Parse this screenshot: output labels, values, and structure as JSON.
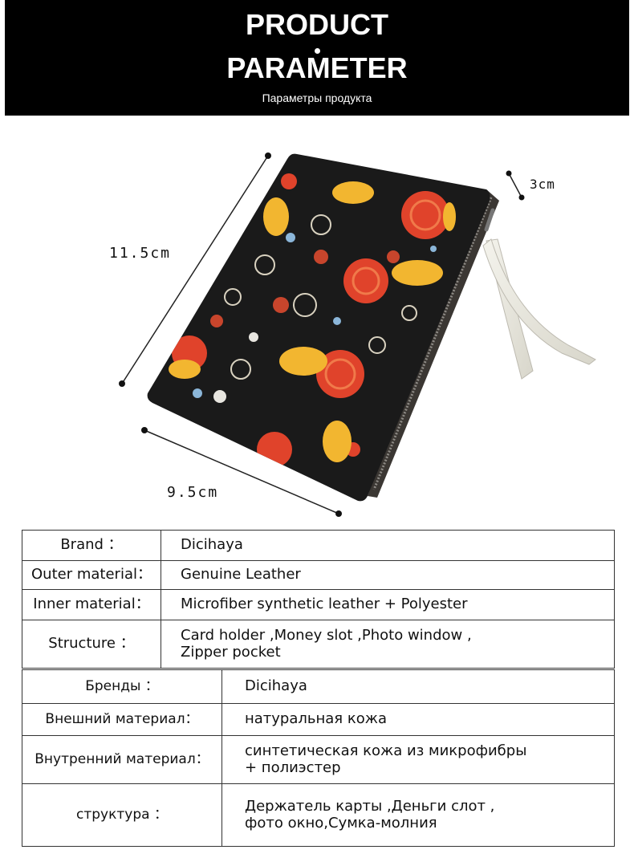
{
  "banner": {
    "title_line1": "PRODUCT",
    "title_line2": "PARAMETER",
    "subtitle": "Параметры продукта"
  },
  "dimensions": {
    "height": "11.5cm",
    "width": "9.5cm",
    "depth": "3cm"
  },
  "colors": {
    "banner_bg": "#000000",
    "wallet_bg": "#1a1a1a",
    "accent_red": "#e0432b",
    "accent_yellow": "#f2b630",
    "zipper": "#5a5a5a",
    "tassel": "#ecebe2"
  },
  "spec_en": [
    {
      "label": "Brand ：",
      "value": "Dicihaya"
    },
    {
      "label": "Outer material：",
      "value": "Genuine Leather"
    },
    {
      "label": "Inner material：",
      "value": "Microfiber synthetic leather + Polyester"
    },
    {
      "label": "Structure ：",
      "value_line1": "Card holder ,Money slot ,Photo window ,",
      "value_line2": "Zipper pocket"
    }
  ],
  "spec_ru": [
    {
      "label": "Бренды ：",
      "value": "Dicihaya"
    },
    {
      "label": "Внешний материал：",
      "value": "натуральная кожа"
    },
    {
      "label": "Внутренний материал：",
      "value_line1": "синтетическая кожа из микрофибры",
      "value_line2": "+ полиэстер"
    },
    {
      "label": "структура ：",
      "value_line1": "Держатель карты ,Деньги слот ,",
      "value_line2": "фото окно,Сумка-молния"
    }
  ]
}
